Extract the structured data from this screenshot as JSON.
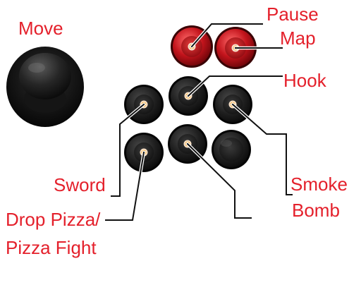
{
  "colors": {
    "label_text": "#e4202b",
    "leader_line": "#111111",
    "button_dark": "#1c1c1c",
    "button_red": "#b5161d",
    "button_center": "#f2b24a"
  },
  "labels": {
    "move": "Move",
    "pause": "Pause",
    "map": "Map",
    "hook": "Hook",
    "sword": "Sword",
    "drop_pizza_line1": "Drop Pizza/",
    "drop_pizza_line2": "Pizza Fight",
    "smoke_line1": "Smoke",
    "smoke_line2": "Bomb"
  },
  "controls": {
    "joystick": "joystick-icon",
    "buttons": [
      {
        "id": "pause",
        "color": "red"
      },
      {
        "id": "map",
        "color": "red"
      },
      {
        "id": "top-left",
        "color": "dark"
      },
      {
        "id": "hook",
        "color": "dark"
      },
      {
        "id": "top-right",
        "color": "dark"
      },
      {
        "id": "sword",
        "color": "dark"
      },
      {
        "id": "bottom-middle",
        "color": "dark"
      },
      {
        "id": "bottom-right",
        "color": "dark"
      }
    ]
  }
}
